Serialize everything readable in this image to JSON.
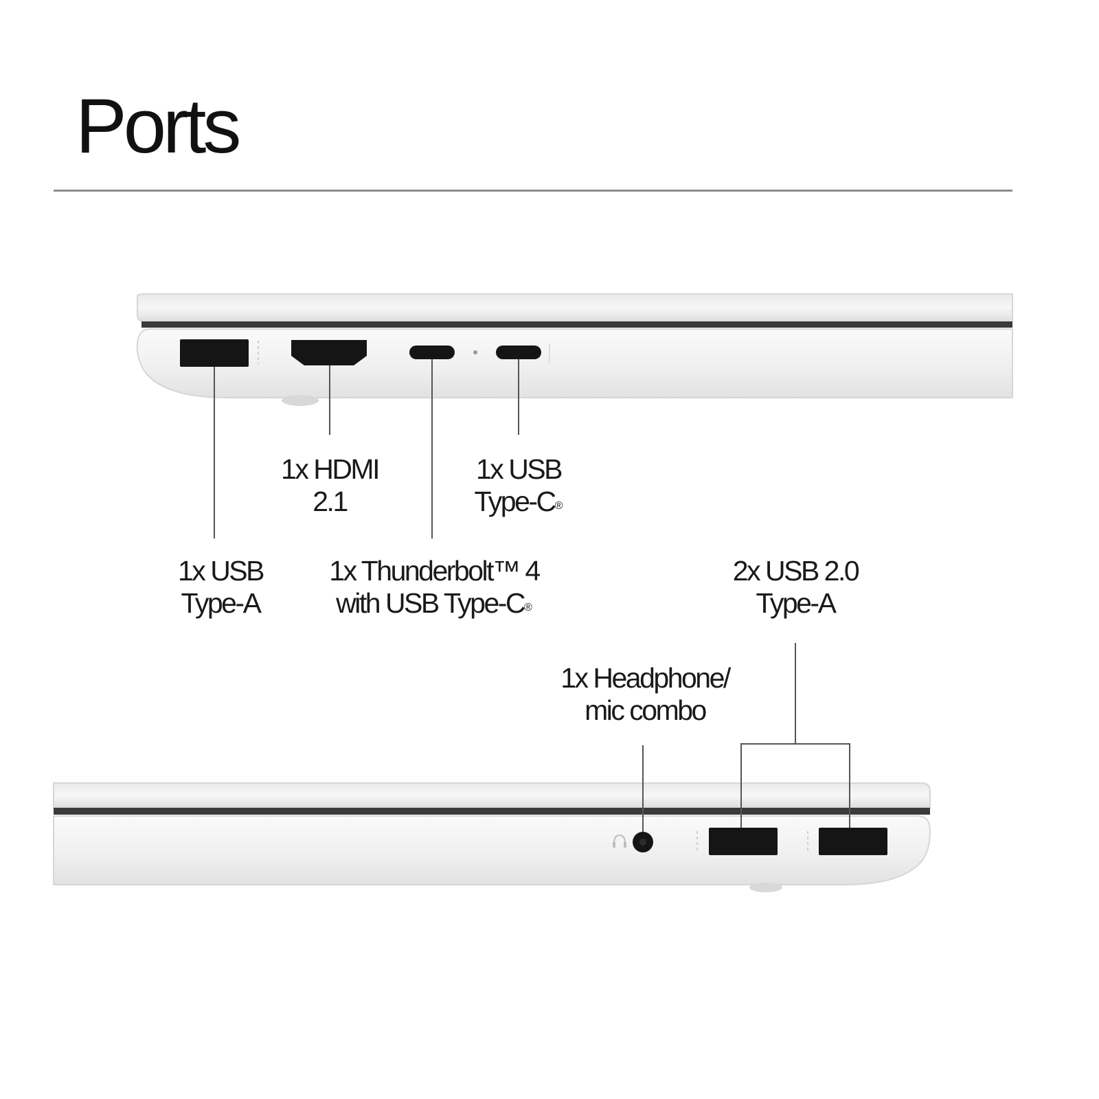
{
  "title": "Ports",
  "labels": {
    "usb_a_left": {
      "line1": "1x USB",
      "line2": "Type-A"
    },
    "hdmi": {
      "line1": "1x HDMI",
      "line2": "2.1"
    },
    "thunderbolt": {
      "line1": "1x Thunderbolt™ 4",
      "line2": "with USB Type-C",
      "mark": "®"
    },
    "usb_c": {
      "line1": "1x USB",
      "line2": "Type-C",
      "mark": "®"
    },
    "usb20": {
      "line1": "2x USB 2.0",
      "line2": "Type-A"
    },
    "headphone": {
      "line1": "1x Headphone/",
      "line2": "mic combo"
    }
  },
  "colors": {
    "chassis": "#f3f3f3",
    "chassis_edge": "#dcdcdc",
    "port": "#151515",
    "leader": "#555555"
  },
  "icons": {
    "headphone_symbol": "headphone-icon"
  }
}
